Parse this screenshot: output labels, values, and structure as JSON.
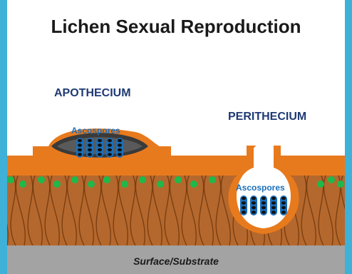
{
  "title": "Lichen Sexual Reproduction",
  "apothecium": {
    "label": "APOTHECIUM",
    "spores_label": "Ascospores"
  },
  "perithecium": {
    "label": "PERITHECIUM",
    "spores_label": "Ascospores"
  },
  "substrate": {
    "label": "Surface/Substrate"
  },
  "colors": {
    "frame_background": "#3fb0d8",
    "cortex": "#e87a1e",
    "hyphae": "#b5682d",
    "algae": "#1fb84b",
    "ascus": "#1a6fba",
    "label_dark": "#1f3a73",
    "substrate": "#a3a3a3"
  }
}
